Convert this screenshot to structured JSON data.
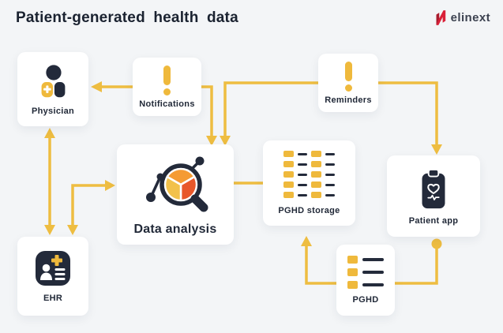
{
  "page": {
    "title": "Patient-generated health data"
  },
  "logo": {
    "brand": "elinext"
  },
  "colors": {
    "background": "#F3F5F7",
    "accent_yellow": "#EEBD41",
    "icon_yellow": "#EFB93C",
    "dark": "#232A3A",
    "logo_red": "#D92038",
    "pie_yellow": "#F2C14B",
    "pie_orange": "#F59B33",
    "pie_red": "#E8572A",
    "box_background": "#FFFFFF"
  },
  "nodes": [
    {
      "id": "physician",
      "label": "Physician",
      "icon": "physician-icon"
    },
    {
      "id": "notifications",
      "label": "Notifications",
      "icon": "exclamation-icon"
    },
    {
      "id": "reminders",
      "label": "Reminders",
      "icon": "exclamation-icon"
    },
    {
      "id": "data-analysis",
      "label": "Data analysis",
      "icon": "magnifier-pie-icon"
    },
    {
      "id": "pghd-storage",
      "label": "PGHD storage",
      "icon": "data-grid-icon"
    },
    {
      "id": "patient-app",
      "label": "Patient app",
      "icon": "health-app-icon"
    },
    {
      "id": "ehr",
      "label": "EHR",
      "icon": "health-record-icon"
    },
    {
      "id": "pghd",
      "label": "PGHD",
      "icon": "list-icon"
    }
  ],
  "edges": [
    {
      "from": "notifications",
      "to": "physician",
      "style": "arrow"
    },
    {
      "from": "notifications",
      "to": "data-analysis",
      "style": "arrow"
    },
    {
      "from": "reminders",
      "to": "data-analysis",
      "style": "arrow"
    },
    {
      "from": "reminders",
      "to": "patient-app",
      "style": "arrow"
    },
    {
      "from": "physician",
      "to": "ehr",
      "style": "double-arrow"
    },
    {
      "from": "ehr",
      "to": "data-analysis",
      "style": "double-arrow"
    },
    {
      "from": "data-analysis",
      "to": "pghd-storage",
      "style": "plain"
    },
    {
      "from": "patient-app",
      "to": "pghd",
      "style": "dot-start"
    },
    {
      "from": "pghd",
      "to": "pghd-storage",
      "style": "arrow"
    }
  ]
}
